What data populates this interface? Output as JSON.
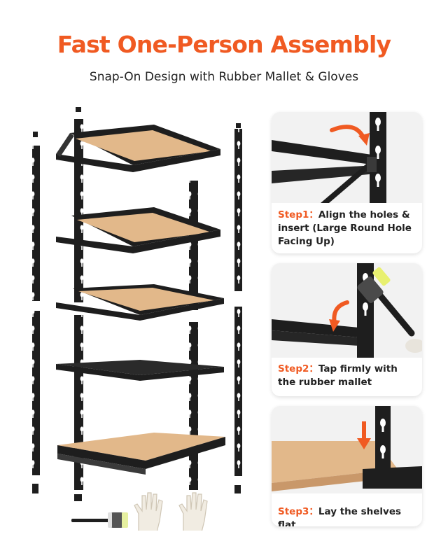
{
  "header": {
    "title": "Fast One-Person Assembly",
    "subtitle": "Snap-On Design with Rubber Mallet & Gloves"
  },
  "steps": [
    {
      "label": "Step1：",
      "text": "Align the holes & insert (Large Round Hole Facing Up)"
    },
    {
      "label": "Step2：",
      "text": "Tap firmly with the rubber mallet"
    },
    {
      "label": "Step3：",
      "text": "Lay the shelves flat"
    }
  ],
  "colors": {
    "accent": "#f05a22",
    "steel": "#1e1e1e",
    "board": "#e2b88a",
    "card_bg": "#f2f2f2"
  },
  "icons": [
    "rubber-mallet-icon",
    "work-glove-icon",
    "curved-arrow-icon",
    "down-arrow-icon"
  ]
}
